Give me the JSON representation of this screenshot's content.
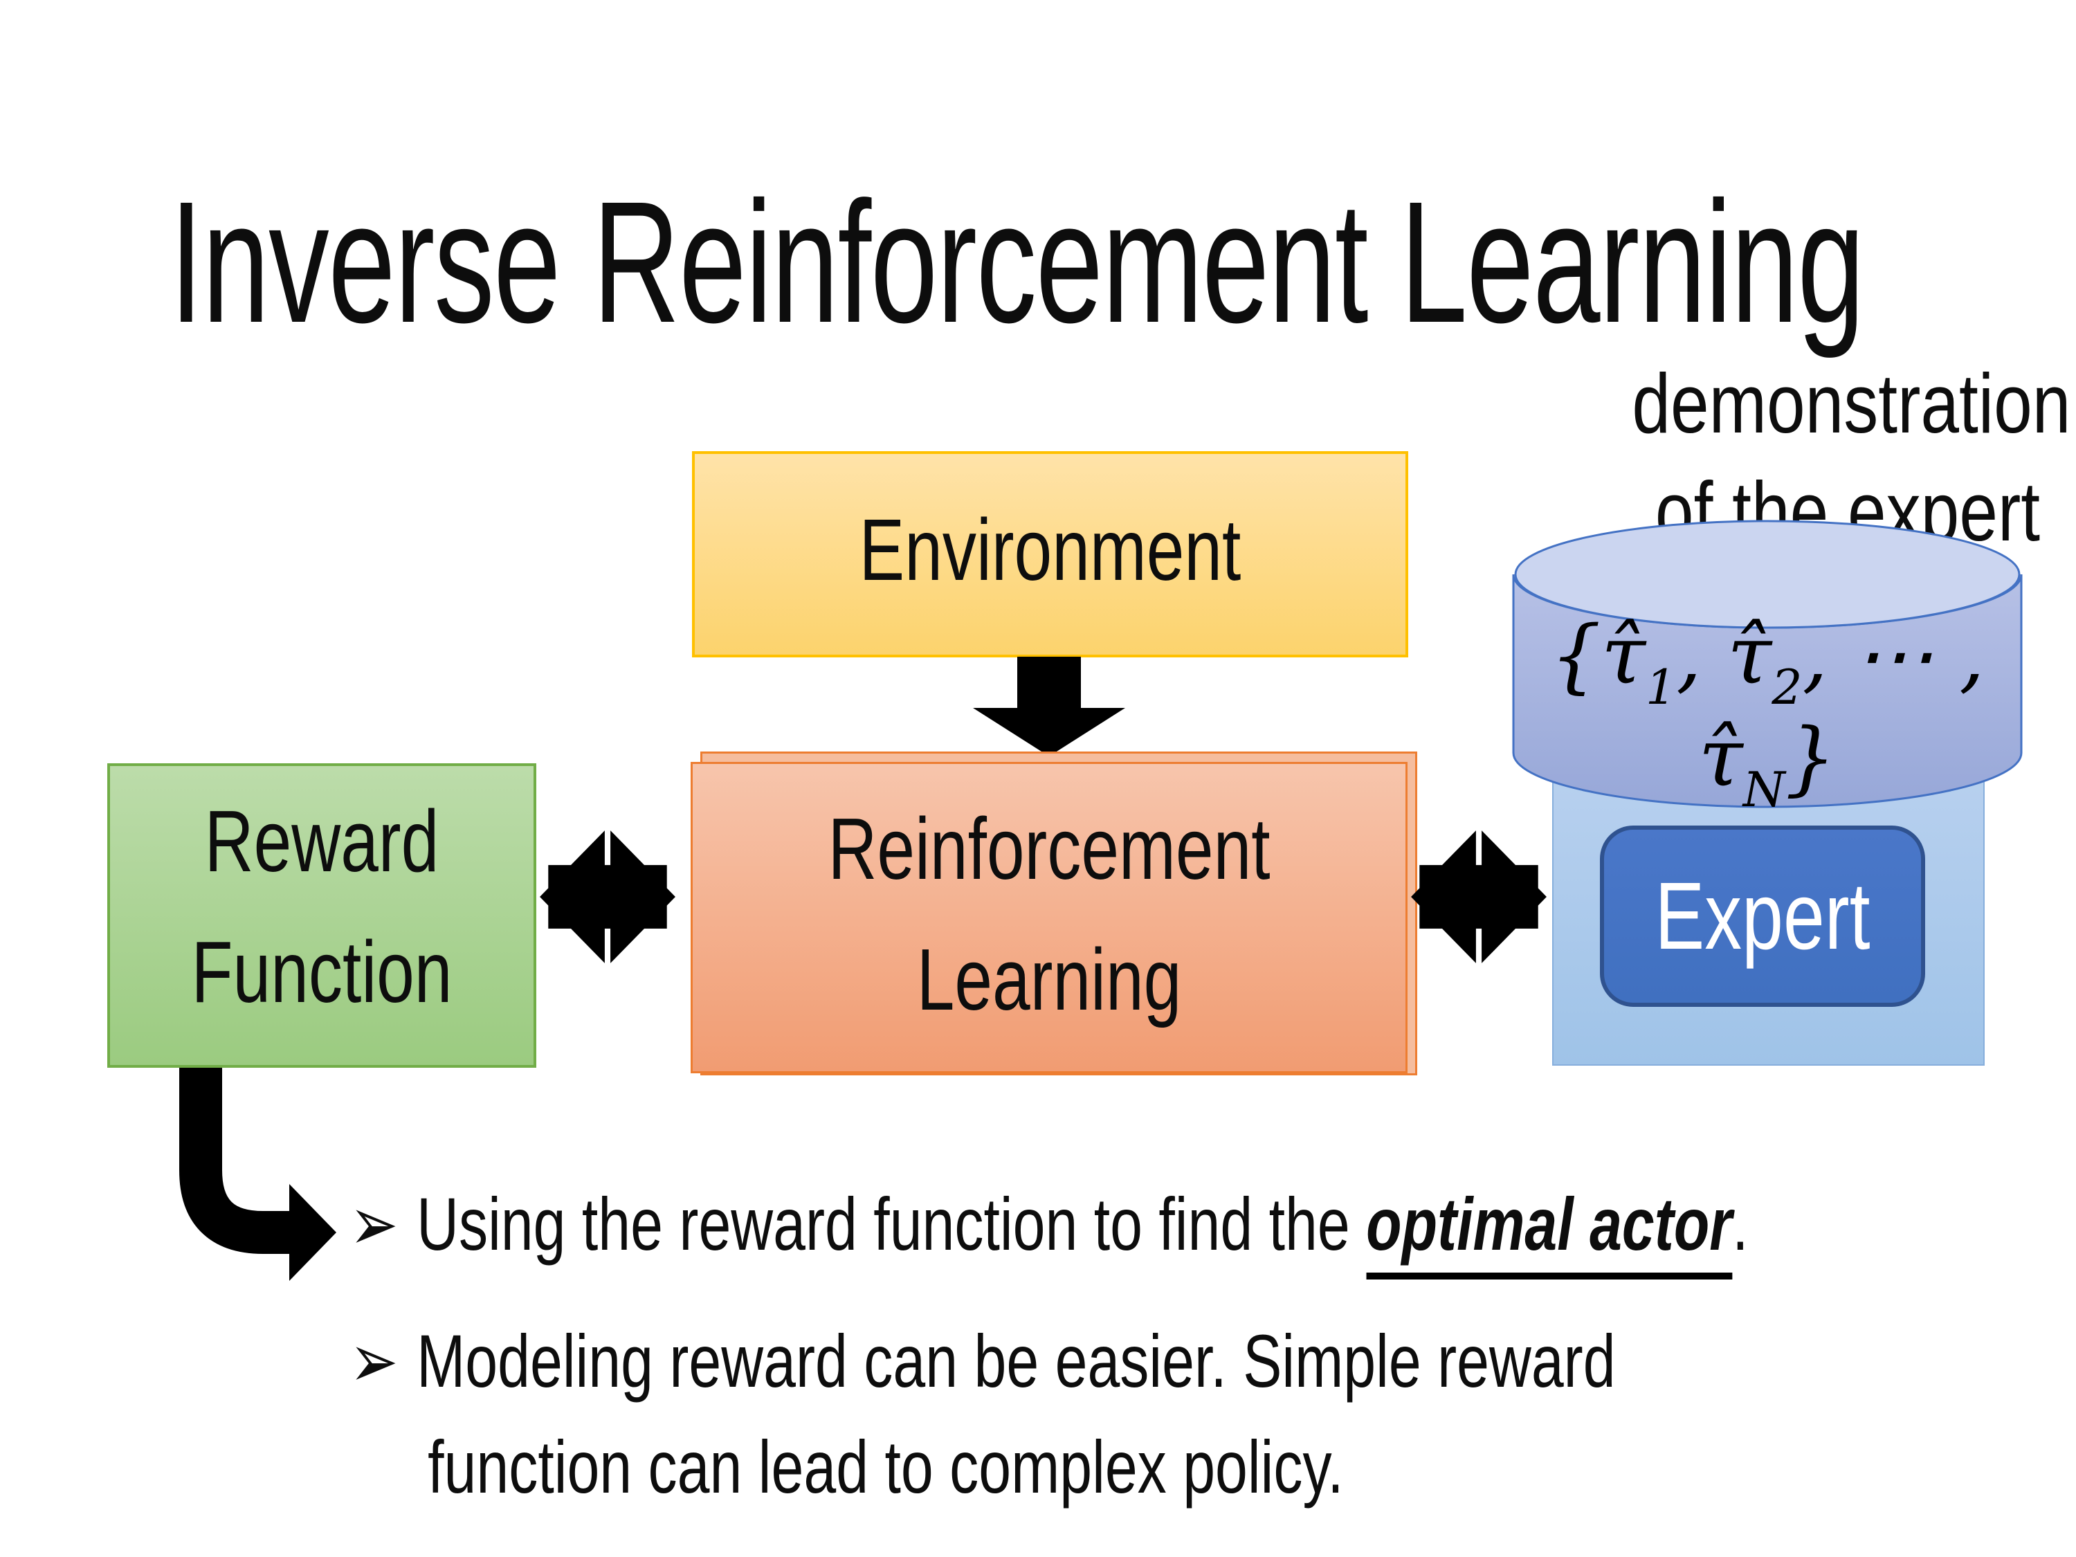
{
  "slide": {
    "title": "Inverse Reinforcement Learning",
    "demonstration_label": {
      "lines": [
        "demonstration",
        "of the expert"
      ]
    },
    "boxes": {
      "environment": "Environment",
      "reward_function": "Reward Function",
      "reinforcement_learning": "Reinforcement Learning",
      "expert": "Expert"
    },
    "formula": {
      "parts": [
        "{",
        "τ̂",
        "1",
        ", ",
        "τ̂",
        "2",
        ", ⋯ , ",
        "τ̂",
        "N",
        "}"
      ]
    },
    "bullets": [
      {
        "marker": "➢",
        "pre": "Using the reward function to find the ",
        "emphasis": "optimal actor",
        "post": "."
      },
      {
        "marker": "➢",
        "text": "Modeling reward can be easier. Simple reward function can lead to complex policy."
      }
    ],
    "icons": {
      "down-arrow-icon": "▼ solid black block arrow",
      "double-arrow-icon": "⬌ black left-right overlapping-head arrow",
      "elbow-arrow-icon": "⤷ black bent elbow arrow",
      "database-cylinder-icon": "blue database cylinder"
    },
    "colors": {
      "background": "#FFFFFF",
      "text": "#0D0D0D",
      "environment_fill": "#FCD36D",
      "environment_border": "#FFC000",
      "reward_fill": "#A9CE93",
      "reward_border": "#71AD47",
      "rl_fill": "#F5B393",
      "rl_border": "#ED7D31",
      "cylinder_fill": "#A9B5E0",
      "cylinder_top_fill": "#CBD5F0",
      "cylinder_border": "#4472C4",
      "expert_panel_fill": "#A9C7EA",
      "expert_fill": "#4472C4",
      "expert_border": "#2F528F",
      "expert_text": "#FFFFFF",
      "arrow": "#000000"
    }
  }
}
